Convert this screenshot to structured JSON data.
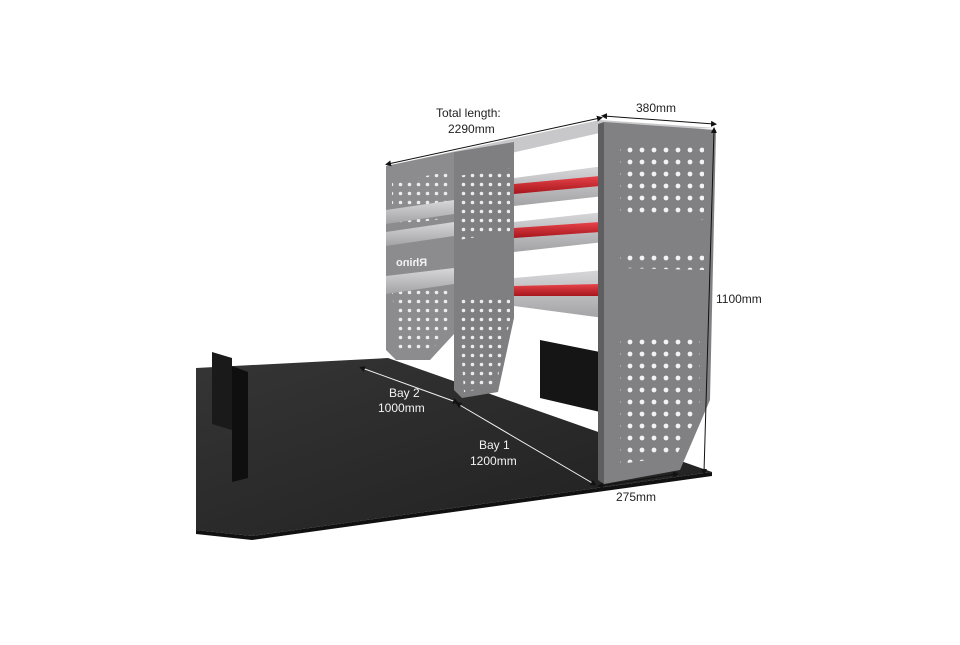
{
  "dimensions": {
    "total_length_label": "Total length:",
    "total_length_value": "2290mm",
    "depth_top": "380mm",
    "height": "1100mm",
    "depth_base": "275mm",
    "bay2_name": "Bay 2",
    "bay2_length": "1000mm",
    "bay1_name": "Bay 1",
    "bay1_length": "1200mm"
  },
  "brand": {
    "logo_text": "Rhino"
  },
  "colors": {
    "floor": "#2b2b2b",
    "panel": "#8a8a8d",
    "panel_dark": "#6f6f72",
    "shelf": "#b9b9bc",
    "accent": "#d0222a",
    "line": "#111111"
  }
}
